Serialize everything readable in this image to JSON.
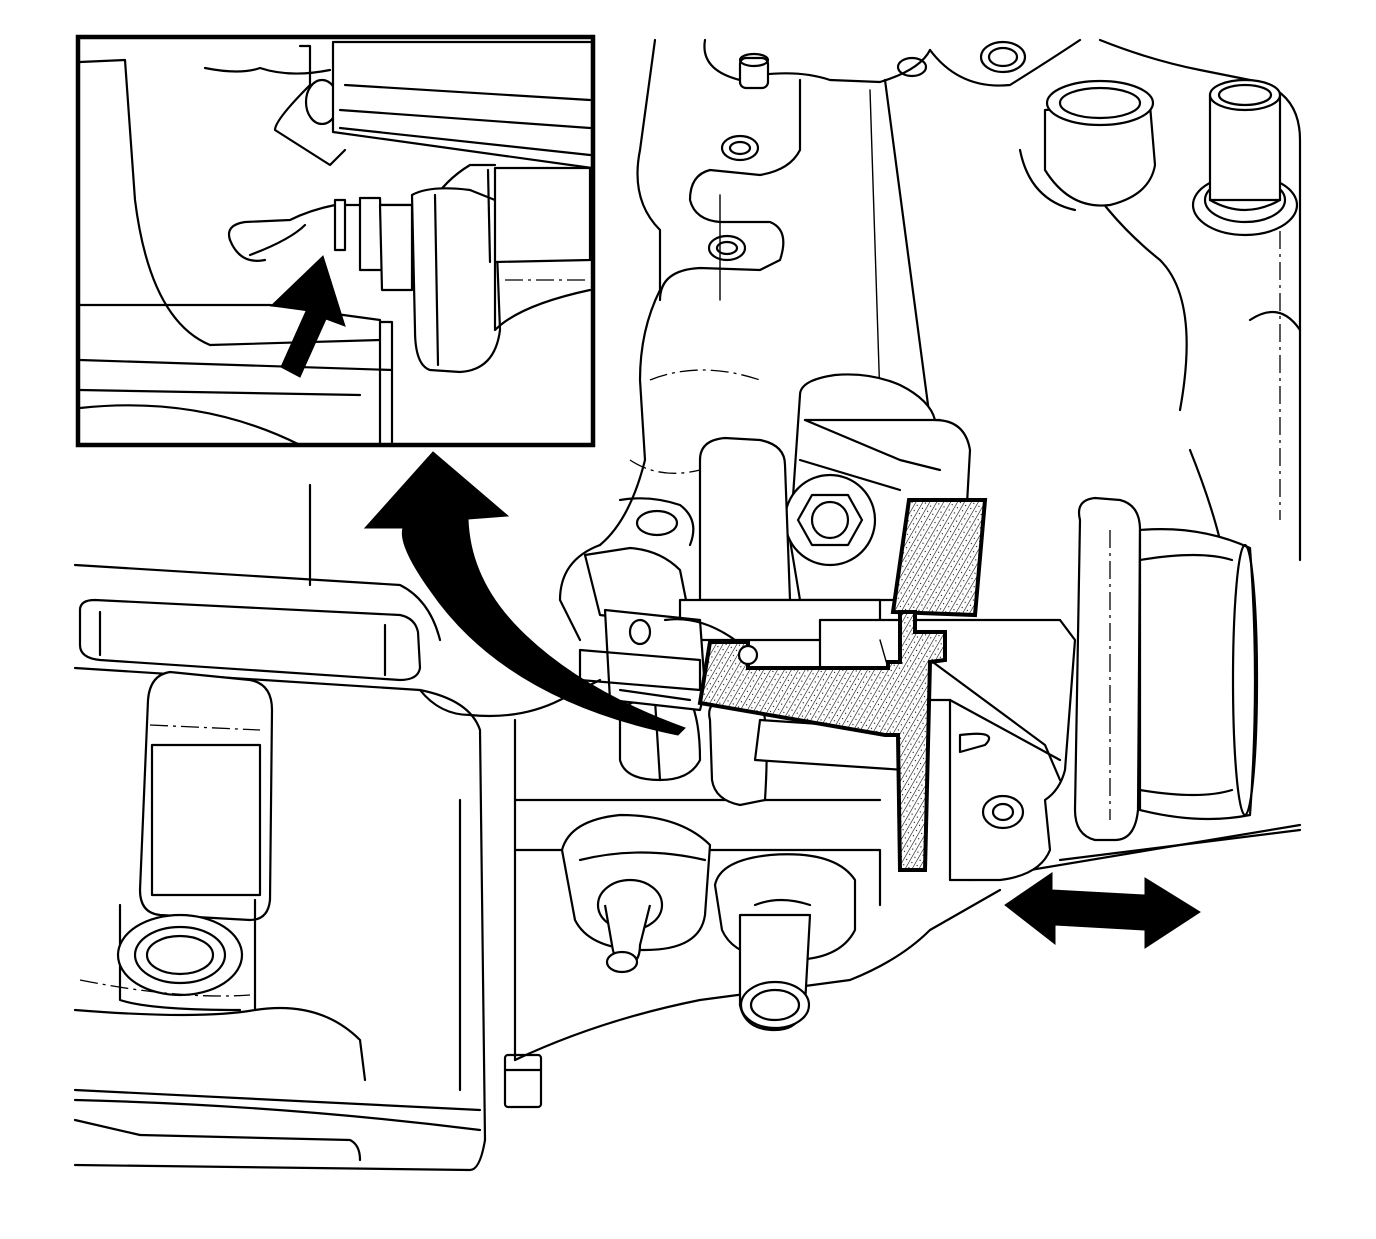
{
  "figure": {
    "description_labels": [],
    "inset_present": true,
    "indicators": [
      {
        "kind": "arrow",
        "meaning": "inset-pointer-arrow"
      },
      {
        "kind": "curved-arrow",
        "meaning": "callout-to-inset"
      },
      {
        "kind": "double-arrow",
        "meaning": "slide-direction"
      }
    ],
    "colors": {
      "line": "#000000",
      "background": "#ffffff",
      "tool_hatch": "#000000"
    }
  }
}
